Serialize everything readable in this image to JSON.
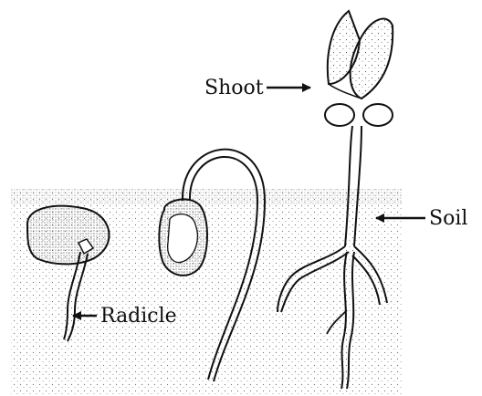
{
  "labels": {
    "shoot": "Shoot",
    "soil": "Soil",
    "radicle": "Radicle"
  },
  "colors": {
    "ink": "#111111",
    "background": "#ffffff"
  }
}
